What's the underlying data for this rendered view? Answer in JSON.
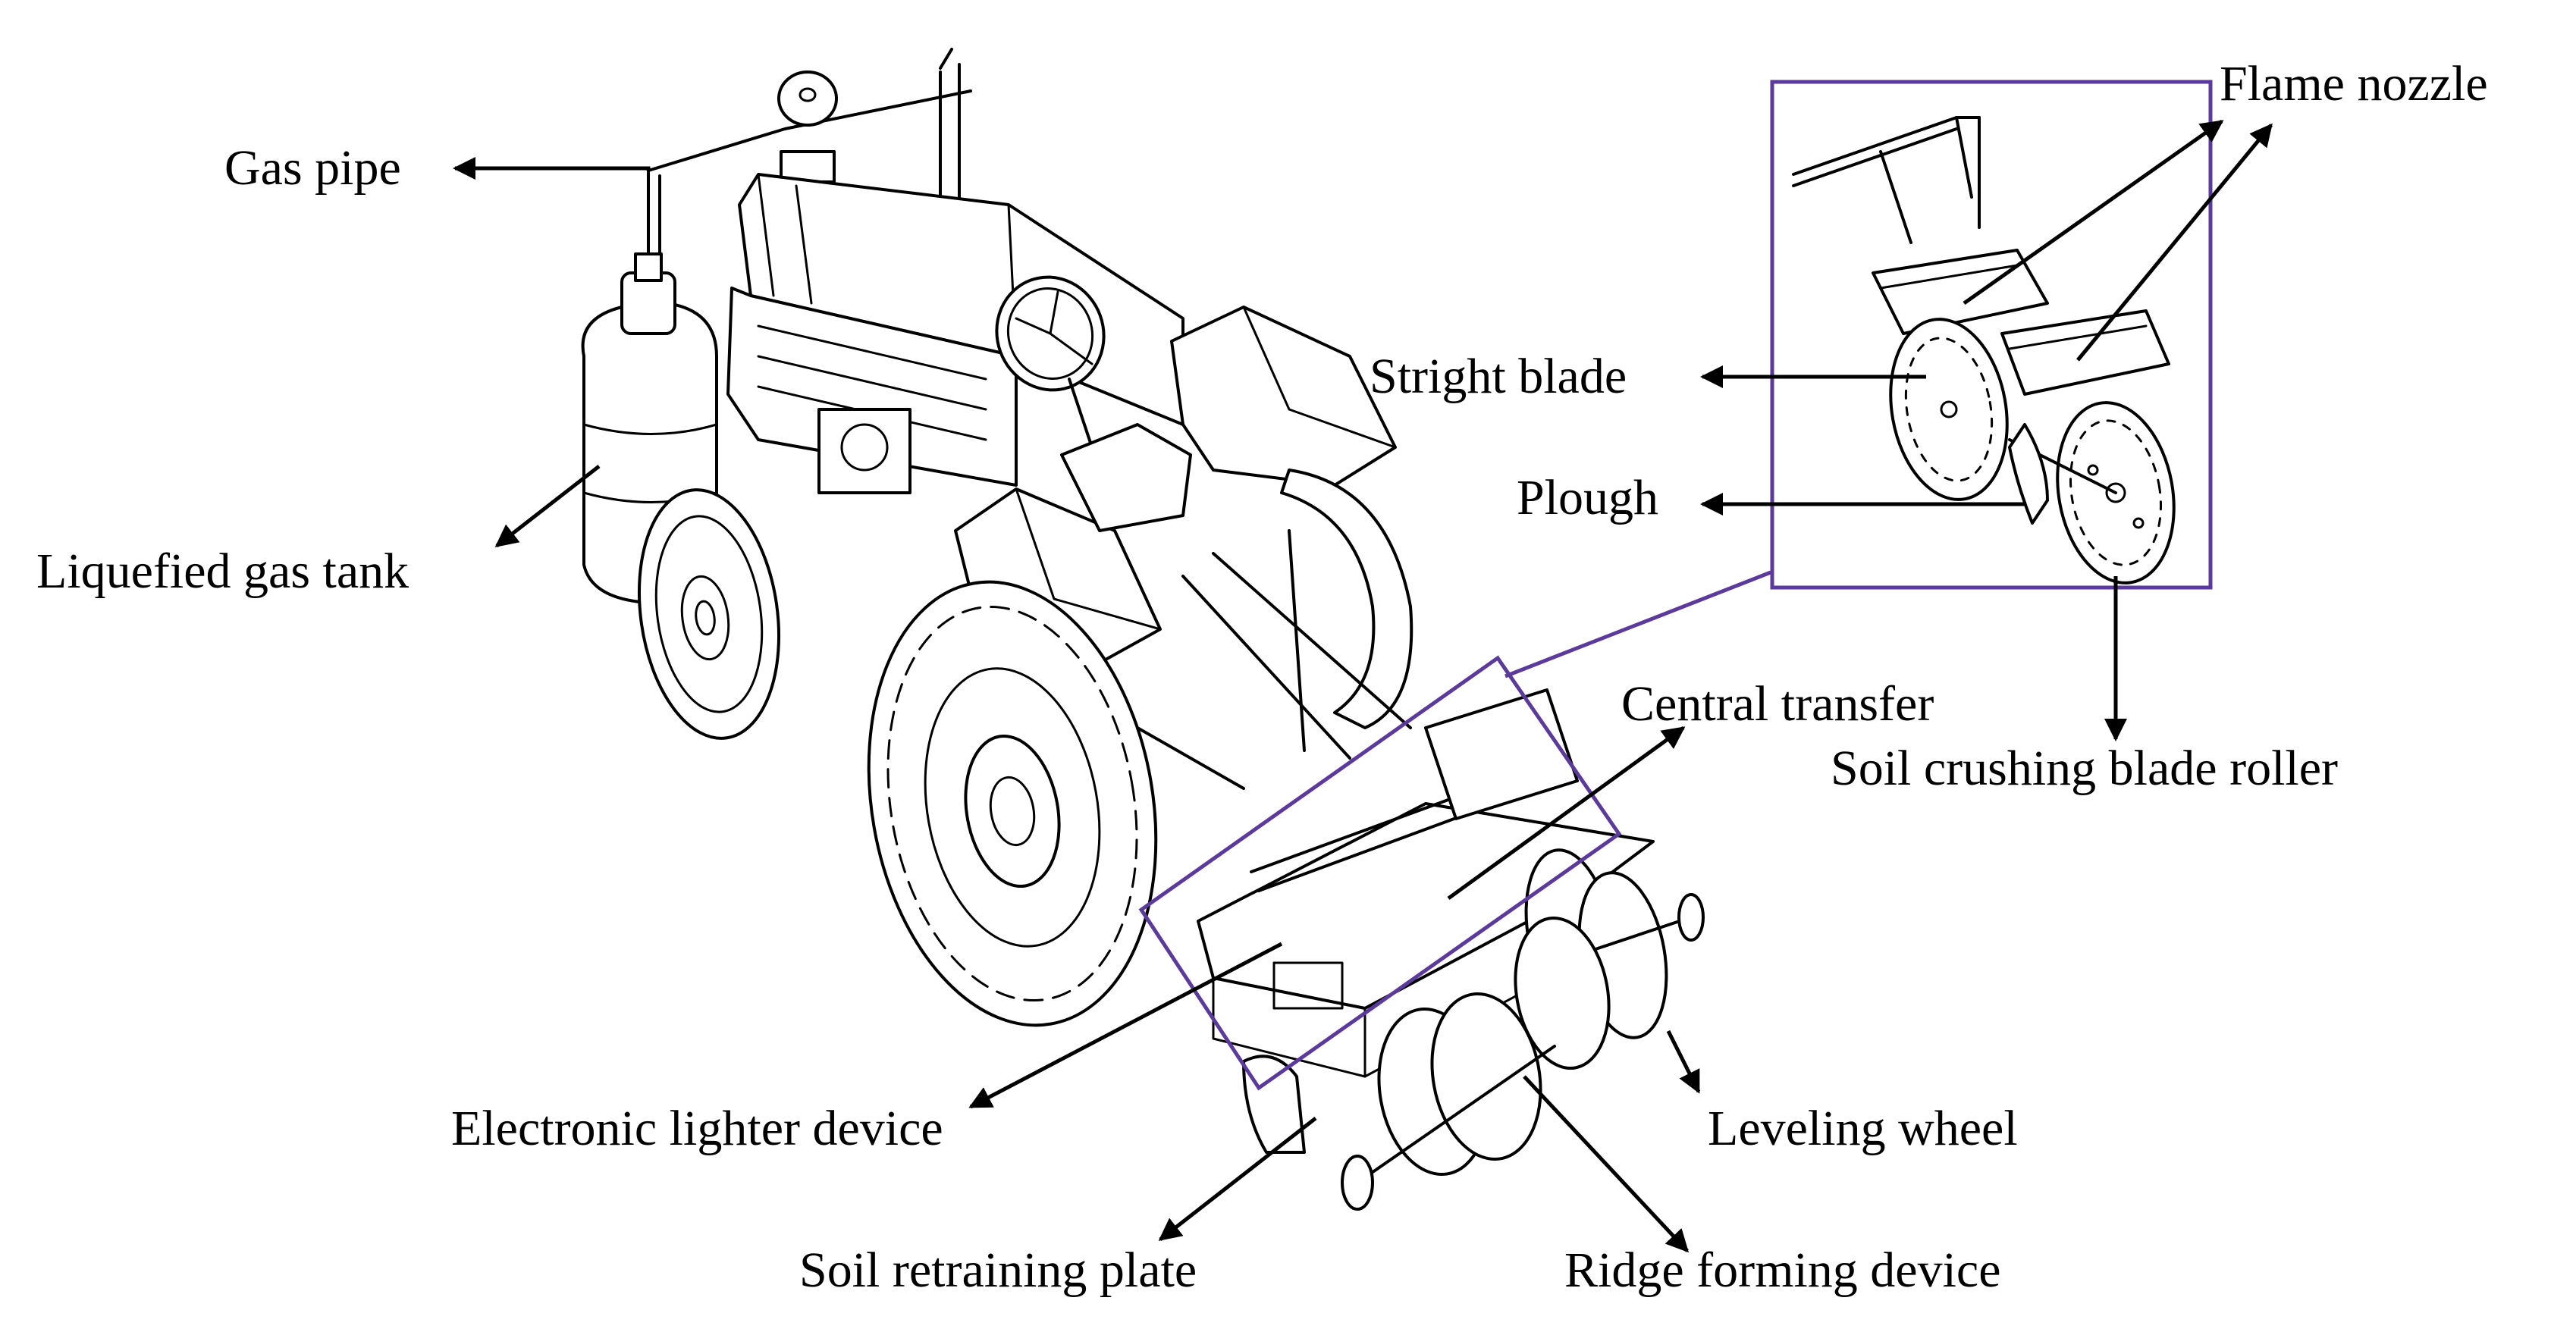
{
  "labels": {
    "gas_pipe": "Gas pipe",
    "liquefied_gas_tank": "Liquefied gas tank",
    "flame_nozzle": "Flame nozzle",
    "stright_blade": "Stright blade",
    "plough": "Plough",
    "central_transfer": "Central transfer",
    "soil_crushing_blade_roller": "Soil crushing blade roller",
    "electronic_lighter_device": "Electronic lighter device",
    "leveling_wheel": "Leveling wheel",
    "soil_retraining_plate": "Soil retraining plate",
    "ridge_forming_device": "Ridge forming device"
  },
  "colors": {
    "ink": "#000000",
    "highlight_frame": "#5b3a9c",
    "background": "#ffffff"
  }
}
